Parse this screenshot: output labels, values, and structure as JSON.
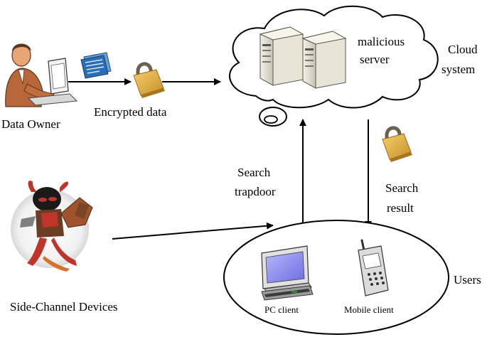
{
  "labels": {
    "data_owner": "Data Owner",
    "encrypted_data": "Encrypted data",
    "malicious_server_line1": "malicious",
    "malicious_server_line2": "server",
    "cloud_system_line1": "Cloud",
    "cloud_system_line2": "system",
    "search_trapdoor_line1": "Search",
    "search_trapdoor_line2": "trapdoor",
    "search_result_line1": "Search",
    "search_result_line2": "result",
    "side_channel_devices": "Side-Channel Devices",
    "users": "Users",
    "pc_client": "PC client",
    "mobile_client": "Mobile client"
  },
  "colors": {
    "lock_body": "#d9a53a",
    "lock_shackle": "#7a6a55",
    "monitor_screen": "#8d8df0",
    "document_blue": "#2a6fb5",
    "devil_red": "#c0352a",
    "skin": "#e8a070"
  }
}
